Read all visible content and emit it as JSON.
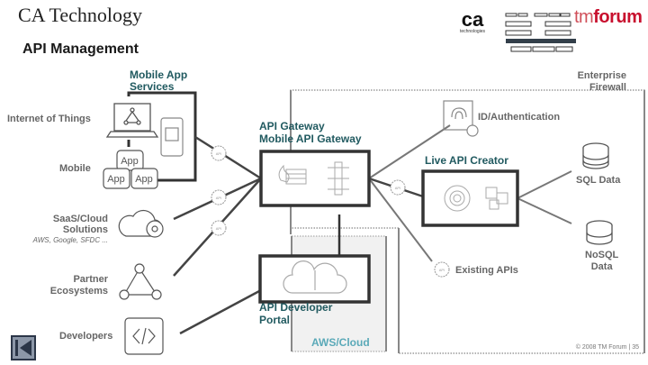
{
  "header": {
    "title": "CA Technology",
    "subtitle": "API Management"
  },
  "logos": {
    "ca_text": "ca",
    "ca_subtext": "technologies",
    "tm_part": "tm",
    "forum_part": "forum",
    "brand_color": "#c8102e"
  },
  "sources": {
    "iot": "Internet of Things",
    "mobile": "Mobile",
    "saas_line1": "SaaS/Cloud",
    "saas_line2": "Solutions",
    "saas_examples": "AWS, Google, SFDC ...",
    "partner_line1": "Partner",
    "partner_line2": "Ecosystems",
    "developers": "Developers"
  },
  "components": {
    "mobile_app_services_line1": "Mobile App",
    "mobile_app_services_line2": "Services",
    "gateway_line1": "API Gateway",
    "gateway_line2": "Mobile API Gateway",
    "live_api_creator": "Live API Creator",
    "developer_portal_line1": "API Developer",
    "developer_portal_line2": "Portal",
    "id_auth": "ID/Authentication",
    "existing_apis": "Existing APIs",
    "sql_data": "SQL Data",
    "nosql_line1": "NoSQL",
    "nosql_line2": "Data",
    "enterprise_firewall_line1": "Enterprise",
    "enterprise_firewall_line2": "Firewall",
    "aws_cloud": "AWS/Cloud",
    "app_label": "App",
    "api_badge": "API"
  },
  "colors": {
    "teal": "#215a60",
    "aws_teal": "#5aa9b8",
    "box_border": "#333333",
    "icon_gray": "#999999"
  },
  "footer": {
    "copyright": "© 2008 TM Forum | 35"
  },
  "nav": {
    "first_icon": "first-slide-icon"
  }
}
